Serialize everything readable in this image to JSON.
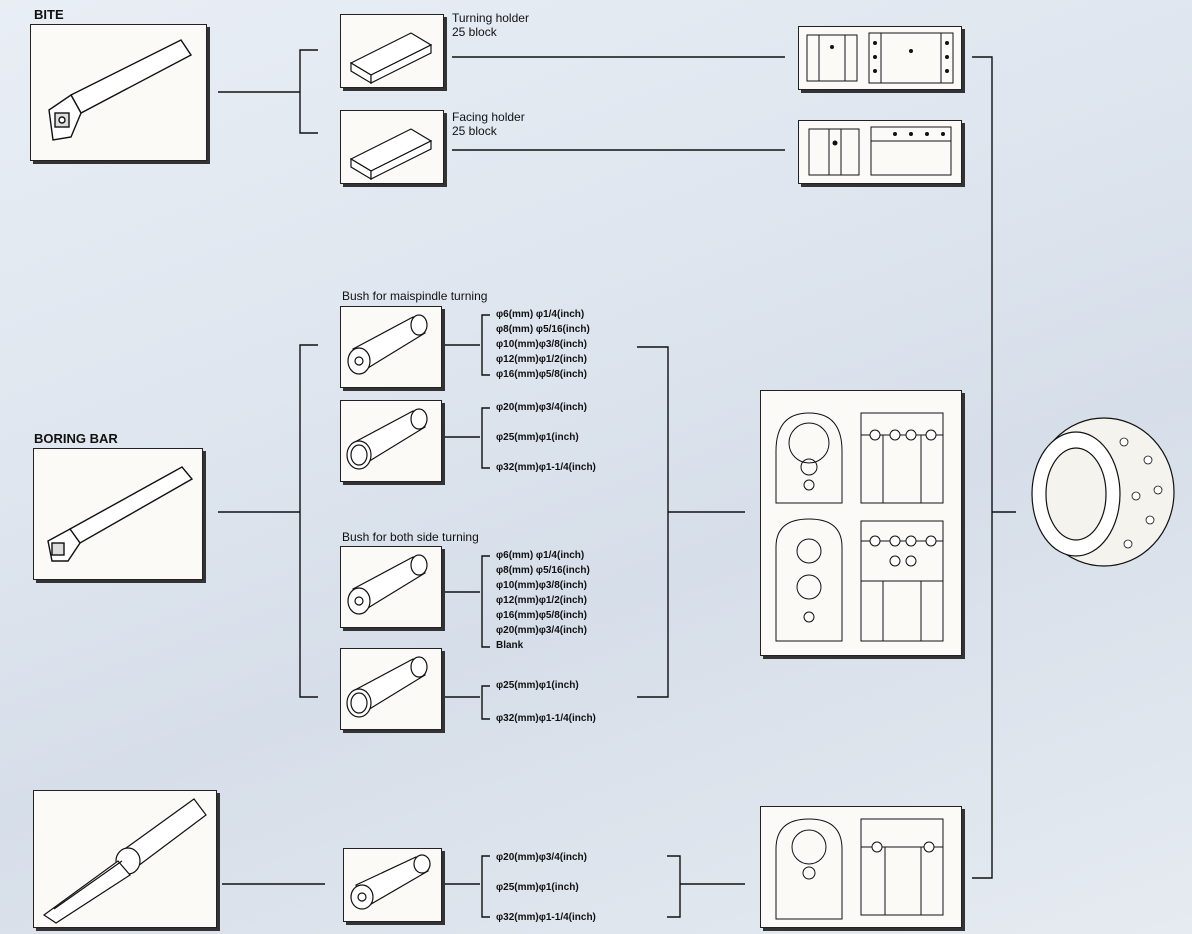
{
  "labels": {
    "bite": "BITE",
    "boring_bar": "BORING BAR",
    "turning_holder": [
      "Turning holder",
      "25 block"
    ],
    "facing_holder": [
      "Facing holder",
      "25 block"
    ],
    "bush_main": "Bush for maispindle turning",
    "bush_both": "Bush for both side turning"
  },
  "sizes": {
    "main_small": [
      "φ6(mm)  φ1/4(inch)",
      "φ8(mm)  φ5/16(inch)",
      "φ10(mm)φ3/8(inch)",
      "φ12(mm)φ1/2(inch)",
      "φ16(mm)φ5/8(inch)"
    ],
    "main_large": [
      "φ20(mm)φ3/4(inch)",
      "φ25(mm)φ1(inch)",
      "φ32(mm)φ1-1/4(inch)"
    ],
    "both_small": [
      "φ6(mm)  φ1/4(inch)",
      "φ8(mm)  φ5/16(inch)",
      "φ10(mm)φ3/8(inch)",
      "φ12(mm)φ1/2(inch)",
      "φ16(mm)φ5/8(inch)",
      "φ20(mm)φ3/4(inch)",
      "Blank"
    ],
    "both_large": [
      "φ25(mm)φ1(inch)",
      "φ32(mm)φ1-1/4(inch)"
    ],
    "drill": [
      "φ20(mm)φ3/4(inch)",
      "φ25(mm)φ1(inch)",
      "φ32(mm)φ1-1/4(inch)"
    ]
  }
}
